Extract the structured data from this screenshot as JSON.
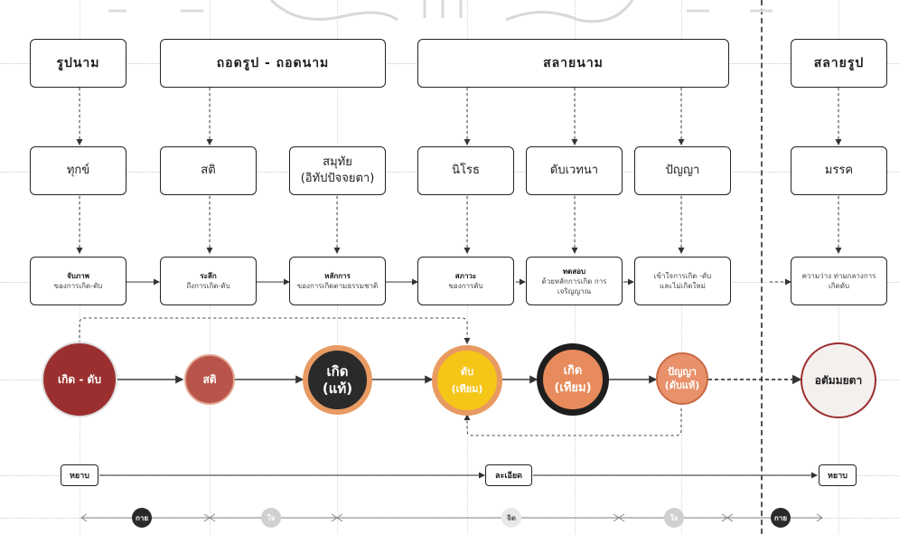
{
  "headers": [
    "รูปนาม",
    "ถอดรูป - ถอดนาม",
    "สลายนาม",
    "สลายรูป"
  ],
  "middle": [
    {
      "line1": "ทุกข์"
    },
    {
      "line1": "สติ"
    },
    {
      "line1": "สมุทัย",
      "line2": "(อิทัปปัจจยตา)"
    },
    {
      "line1": "นิโรธ"
    },
    {
      "line1": "ดับเวทนา"
    },
    {
      "line1": "ปัญญา"
    },
    {
      "line1": "มรรค"
    }
  ],
  "lower": [
    {
      "title": "จับภาพ",
      "text": "ของการเกิด-ดับ"
    },
    {
      "title": "ระลึก",
      "text": "ถึงการเกิด-ดับ"
    },
    {
      "title": "หลักการ",
      "text": "ของการเกิดตามธรรมชาติ"
    },
    {
      "title": "สภาวะ",
      "text": "ของการดับ"
    },
    {
      "title": "ทดสอบ",
      "text": "ด้วยหลักการเกิด การเจริญญาณ"
    },
    {
      "title": "",
      "text": "เข้าใจการเกิด -ดับ และไม่เกิดใหม่"
    },
    {
      "title": "",
      "text": "ความว่าง ท่ามกลางการเกิดดับ"
    }
  ],
  "circles": [
    {
      "line1": "เกิด - ดับ",
      "color": "#9b2f2f",
      "text": "#ffffff"
    },
    {
      "line1": "สติ",
      "color": "#b8544a",
      "text": "#ffffff"
    },
    {
      "line1": "เกิด",
      "line2": "(แท้)",
      "color": "#2a2a2a",
      "ring": "#e89a62",
      "text": "#ffffff"
    },
    {
      "line1": "ดับ",
      "line2": "(เทียม)",
      "color": "#f5c518",
      "ring": "#e89a62",
      "text": "#ffffff"
    },
    {
      "line1": "เกิด",
      "line2": "(เทียม)",
      "color": "#e88b5c",
      "ring": "#1e1e1e",
      "text": "#ffffff"
    },
    {
      "line1": "ปัญญา",
      "line2": "(ดับแท้)",
      "color": "#e8916a",
      "text": "#ffffff"
    },
    {
      "line1": "อตัมมยตา",
      "color": "#f4f0ee",
      "ring": "#9b2f2f",
      "text": "#1e1e1e"
    }
  ],
  "scale": [
    "หยาบ",
    "ละเอียด",
    "หยาบ"
  ],
  "bottom": [
    {
      "label": "กาย",
      "color": "#2a2a2a",
      "text": "#ffffff"
    },
    {
      "label": "ใจ",
      "color": "#d0d0d0",
      "text": "#ffffff"
    },
    {
      "label": "จิต",
      "color": "#e8e8e8",
      "text": "#555555"
    },
    {
      "label": "ใจ",
      "color": "#d0d0d0",
      "text": "#ffffff"
    },
    {
      "label": "กาย",
      "color": "#2a2a2a",
      "text": "#ffffff"
    }
  ]
}
